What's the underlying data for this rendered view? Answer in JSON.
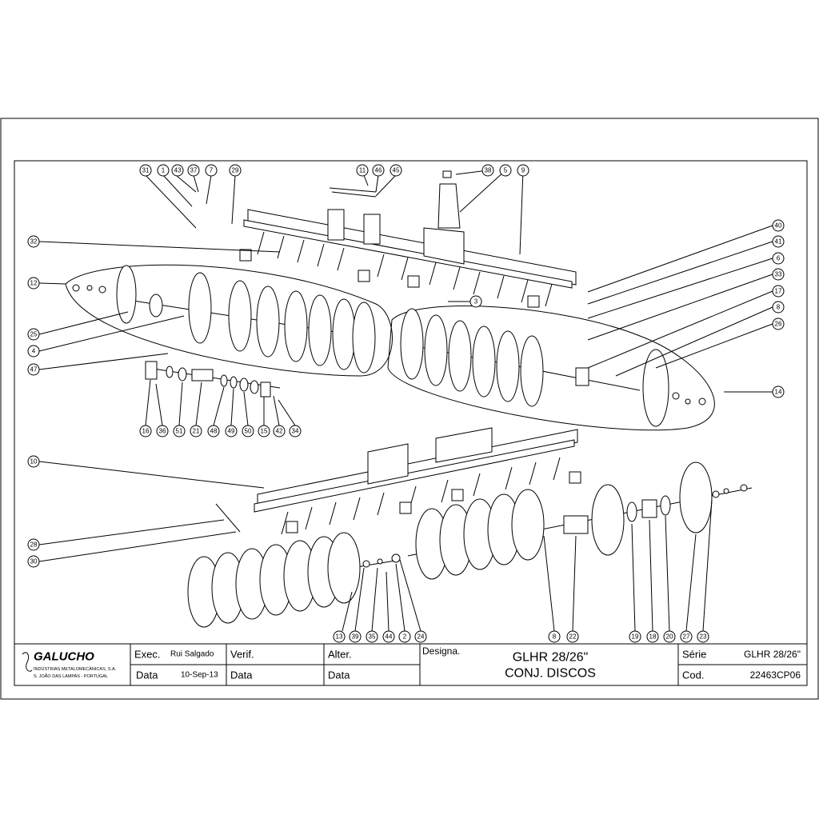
{
  "callouts": {
    "c31": "31",
    "c1": "1",
    "c43": "43",
    "c37": "37",
    "c7": "7",
    "c29": "29",
    "c11": "11",
    "c46": "46",
    "c45": "45",
    "c38": "38",
    "c5": "5",
    "c9": "9",
    "c32": "32",
    "c12": "12",
    "c25": "25",
    "c4": "4",
    "c47": "47",
    "c3": "3",
    "c40": "40",
    "c41": "41",
    "c6": "6",
    "c33": "33",
    "c17": "17",
    "c8top": "8",
    "c26": "26",
    "c14": "14",
    "c16": "16",
    "c36": "36",
    "c51": "51",
    "c21": "21",
    "c48": "48",
    "c49": "49",
    "c50": "50",
    "c15": "15",
    "c42": "42",
    "c34": "34",
    "c10": "10",
    "c28": "28",
    "c30": "30",
    "c13": "13",
    "c39": "39",
    "c35": "35",
    "c44": "44",
    "c2": "2",
    "c24": "24",
    "c8b": "8",
    "c22": "22",
    "c19": "19",
    "c18": "18",
    "c20": "20",
    "c27": "27",
    "c23": "23"
  },
  "title_block": {
    "company": "GALUCHO",
    "company_sub1": "INDÚSTRIAS METALOMECÂNICAS, S.A.",
    "company_sub2": "S. JOÃO DAS LAMPAS - PORTUGAL",
    "exec_label": "Exec.",
    "exec_value": "Rui Salgado",
    "verif_label": "Verif.",
    "alter_label": "Alter.",
    "designa_label": "Designa.",
    "data_label1": "Data",
    "data_value1": "10-Sep-13",
    "data_label2": "Data",
    "data_label3": "Data",
    "designation_line1": "GLHR 28/26\"",
    "designation_line2": "CONJ. DISCOS",
    "serie_label": "Série",
    "serie_value": "GLHR 28/26\"",
    "cod_label": "Cod.",
    "cod_value": "22463CP06"
  }
}
